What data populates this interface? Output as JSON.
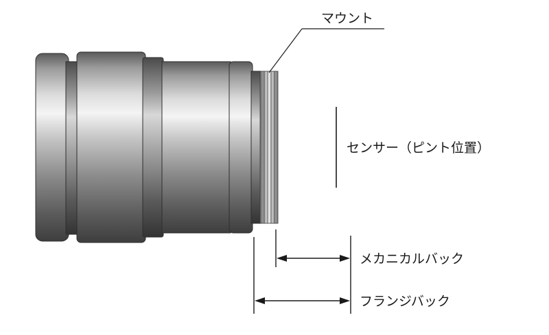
{
  "labels": {
    "mount": "マウント",
    "sensor": "センサー（ピント位置）",
    "mechanical_back": "メカニカルバック",
    "flange_back": "フランジバック"
  }
}
